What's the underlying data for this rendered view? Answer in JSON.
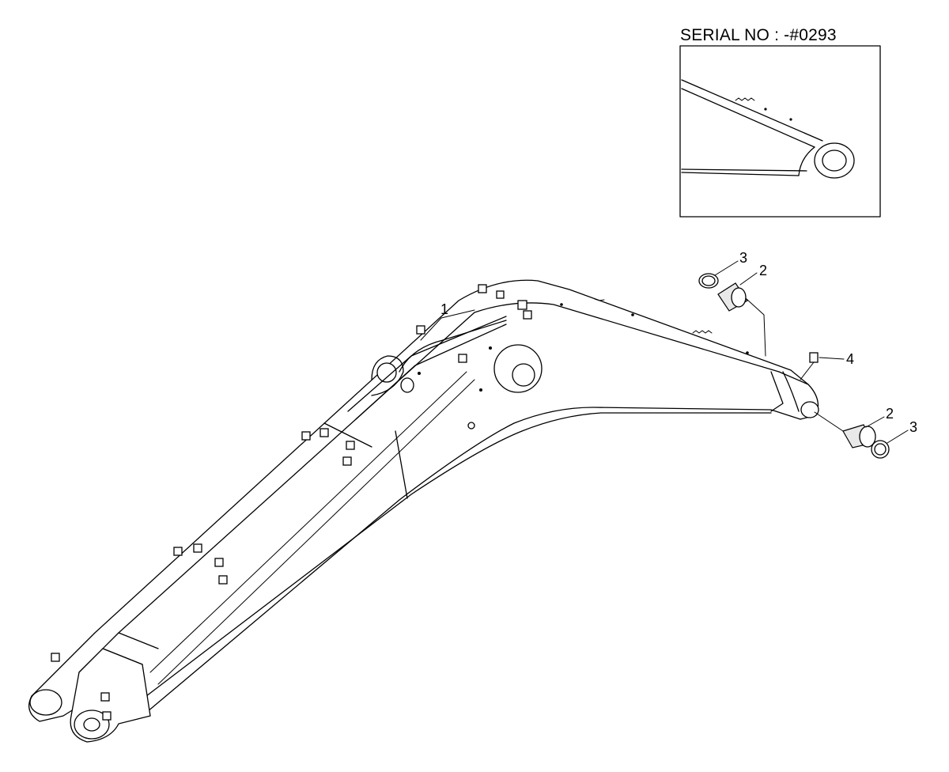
{
  "inset": {
    "serial_label": "SERIAL NO : -#0293"
  },
  "callouts": [
    "1",
    "2",
    "3",
    "4",
    "2",
    "3"
  ]
}
